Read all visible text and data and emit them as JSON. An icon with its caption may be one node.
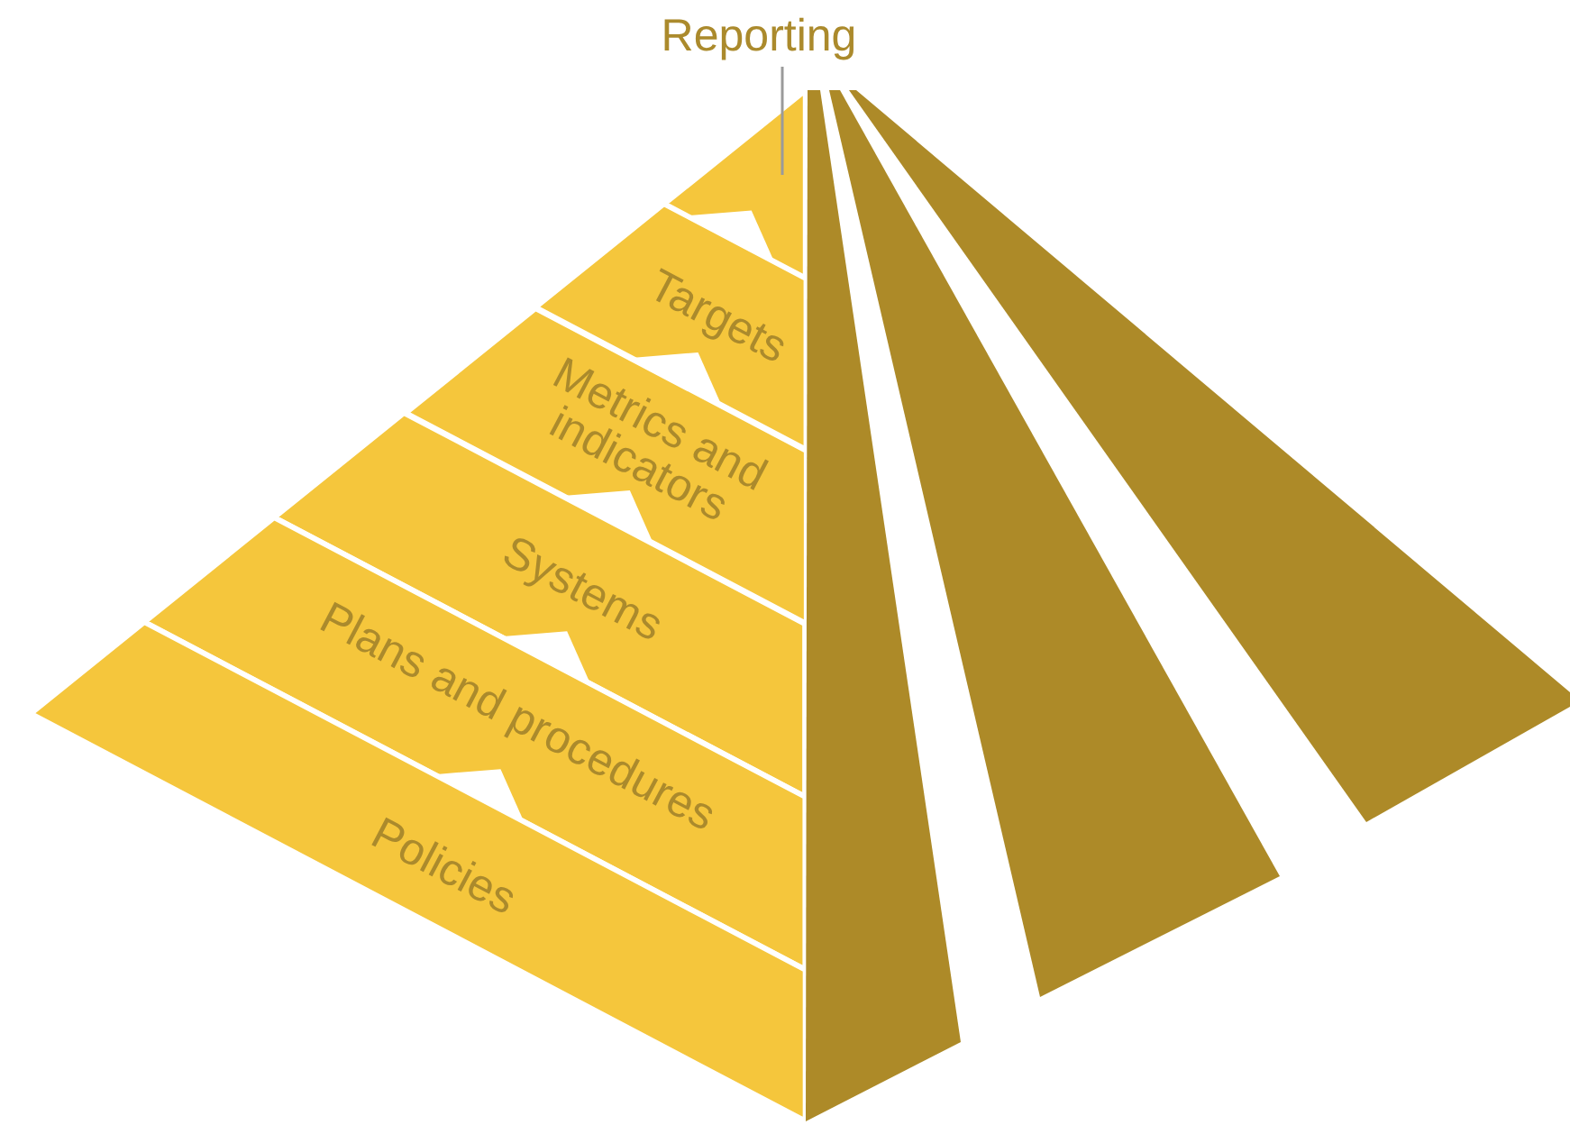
{
  "diagram": {
    "nodes": [
      {
        "text": [
          "Reporting"
        ]
      },
      {
        "text": [],
        "shape": "triangle"
      },
      {
        "text": [
          "Targets"
        ]
      },
      {
        "text": [
          "Metrics and indicators"
        ]
      },
      {
        "text": [
          "Systems"
        ]
      },
      {
        "text": [
          "Plans and procedures"
        ]
      },
      {
        "text": [
          "Policies"
        ]
      }
    ],
    "edges": [
      {
        "from": 0,
        "to": 1,
        "arrow": "none"
      }
    ]
  }
}
